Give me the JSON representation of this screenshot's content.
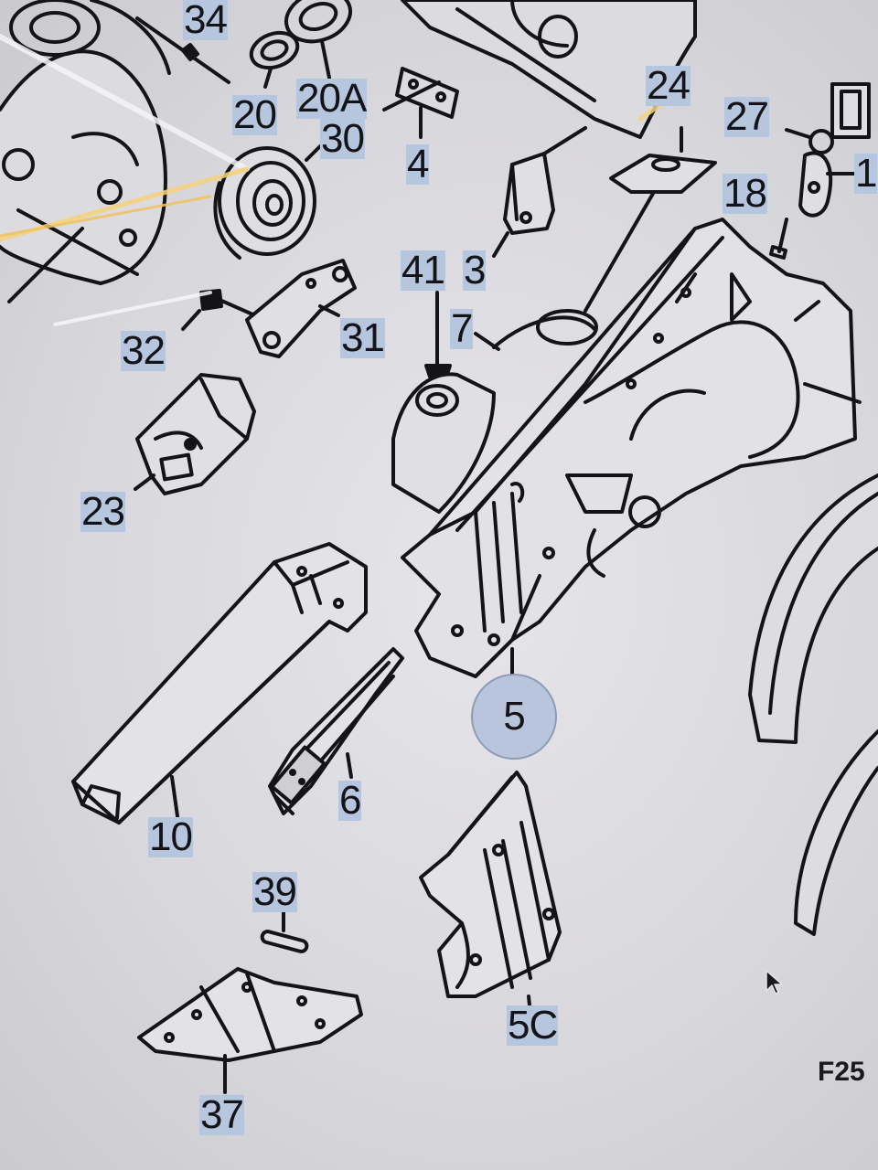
{
  "diagram": {
    "callouts": [
      {
        "id": "34",
        "label": "34"
      },
      {
        "id": "20",
        "label": "20"
      },
      {
        "id": "20A",
        "label": "20A"
      },
      {
        "id": "30",
        "label": "30"
      },
      {
        "id": "4",
        "label": "4"
      },
      {
        "id": "24",
        "label": "24"
      },
      {
        "id": "27",
        "label": "27"
      },
      {
        "id": "1",
        "label": "1"
      },
      {
        "id": "18",
        "label": "18"
      },
      {
        "id": "41",
        "label": "41"
      },
      {
        "id": "3",
        "label": "3"
      },
      {
        "id": "7",
        "label": "7"
      },
      {
        "id": "32",
        "label": "32"
      },
      {
        "id": "31",
        "label": "31"
      },
      {
        "id": "23",
        "label": "23"
      },
      {
        "id": "5",
        "label": "5"
      },
      {
        "id": "6",
        "label": "6"
      },
      {
        "id": "10",
        "label": "10"
      },
      {
        "id": "39",
        "label": "39"
      },
      {
        "id": "5C",
        "label": "5C"
      },
      {
        "id": "37",
        "label": "37"
      }
    ],
    "figure_code": "F25",
    "colors": {
      "label_highlight": "#b7c6df",
      "circle_fill": "#b9c5dd",
      "line": "#141418",
      "paper": "#e4e3e7",
      "glare": "#f5d27a"
    },
    "icons": {
      "pointer": "mouse-pointer-icon"
    }
  }
}
